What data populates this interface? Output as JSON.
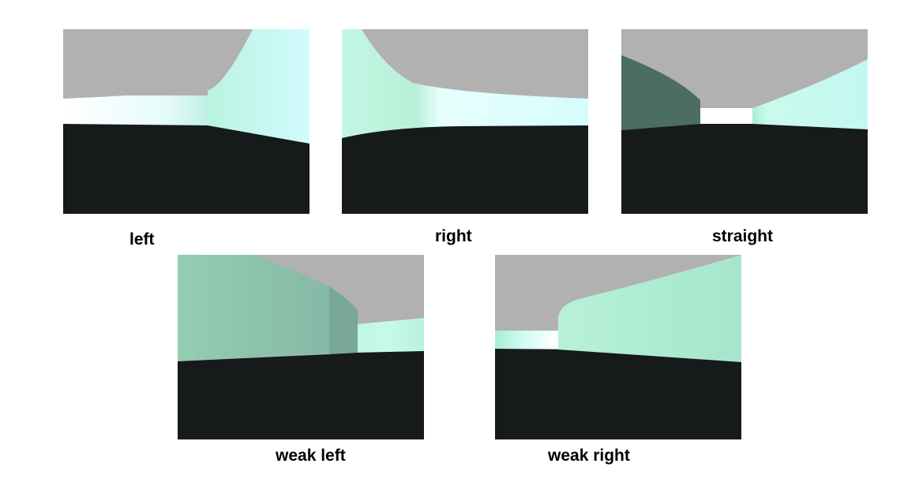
{
  "panels": [
    {
      "id": "left",
      "label": "left"
    },
    {
      "id": "right",
      "label": "right"
    },
    {
      "id": "straight",
      "label": "straight"
    },
    {
      "id": "weak-left",
      "label": "weak left"
    },
    {
      "id": "weak-right",
      "label": "weak right"
    }
  ],
  "colors": {
    "ceiling": "#b1b1b1",
    "floor": "#161a1a",
    "wall_light": "#bff5e3",
    "wall_cyan": "#c8f8fb",
    "wall_mid": "#8fc6ad",
    "wall_dark": "#4a6a5e",
    "distance": "#ffffff"
  }
}
